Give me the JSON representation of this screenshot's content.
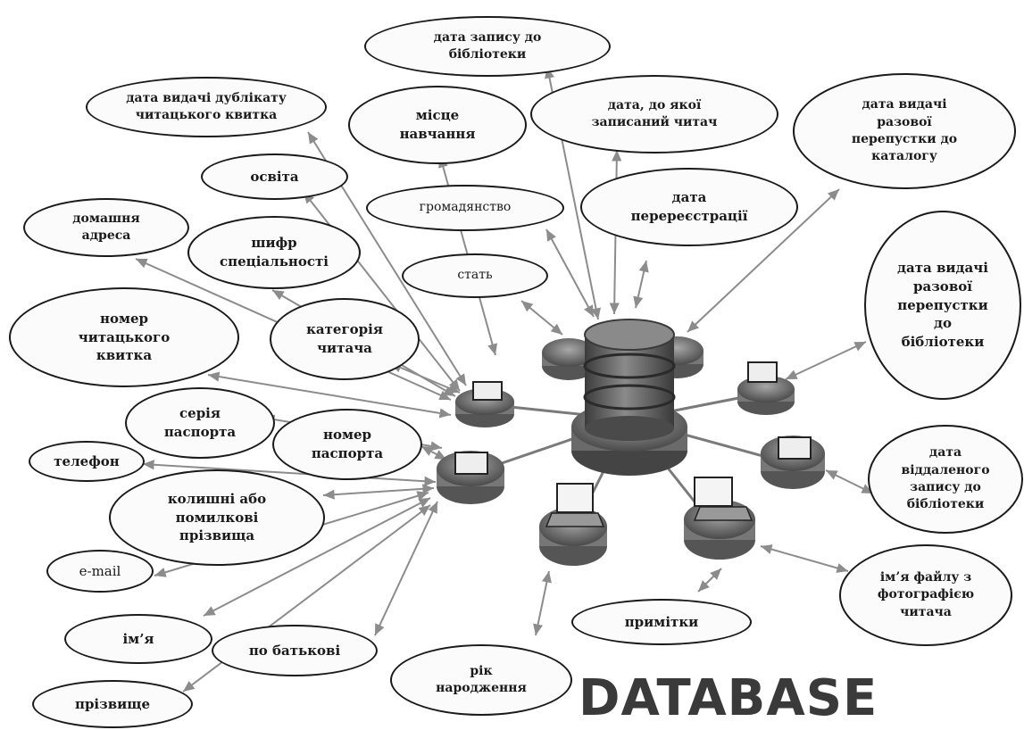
{
  "diagram": {
    "center_title": "DATABASE",
    "fields": [
      {
        "id": "f01",
        "label": "дата запису до\nбібліотеки"
      },
      {
        "id": "f02",
        "label": "дата видачі дублікату\nчитацького квитка"
      },
      {
        "id": "f03",
        "label": "місце\nнавчання"
      },
      {
        "id": "f04",
        "label": "дата, до якої\nзаписаний читач"
      },
      {
        "id": "f05",
        "label": "дата видачі\nразової\nперепустки до\nкаталогу"
      },
      {
        "id": "f06",
        "label": "освіта"
      },
      {
        "id": "f07",
        "label": "громадянство"
      },
      {
        "id": "f08",
        "label": "дата\nперереєстрації"
      },
      {
        "id": "f09",
        "label": "домашня\nадреса"
      },
      {
        "id": "f10",
        "label": "шифр\nспеціальності"
      },
      {
        "id": "f11",
        "label": "стать"
      },
      {
        "id": "f12",
        "label": "дата видачі\nразової\nперепустки\nдо\nбібліотеки"
      },
      {
        "id": "f13",
        "label": "номер\nчитацького\nквитка"
      },
      {
        "id": "f14",
        "label": "категорія\nчитача"
      },
      {
        "id": "f15",
        "label": "серія\nпаспорта"
      },
      {
        "id": "f16",
        "label": "номер\nпаспорта"
      },
      {
        "id": "f17",
        "label": "телефон"
      },
      {
        "id": "f18",
        "label": "дата\nвіддаленого\nзапису до\nбібліотеки"
      },
      {
        "id": "f19",
        "label": "колишні або\nпомилкові\nпрізвища"
      },
      {
        "id": "f20",
        "label": "e-mail"
      },
      {
        "id": "f21",
        "label": "ім’я файлу з\nфотографією\nчитача"
      },
      {
        "id": "f22",
        "label": "примітки"
      },
      {
        "id": "f23",
        "label": "ім’я"
      },
      {
        "id": "f24",
        "label": "по батькові"
      },
      {
        "id": "f25",
        "label": "рік\nнародження"
      },
      {
        "id": "f26",
        "label": "прізвище"
      }
    ]
  },
  "colors": {
    "outline": "#1a1a1a",
    "arrow": "#8c8c8c",
    "server_body": "#6a6a6a",
    "title": "#3a3a3a"
  }
}
